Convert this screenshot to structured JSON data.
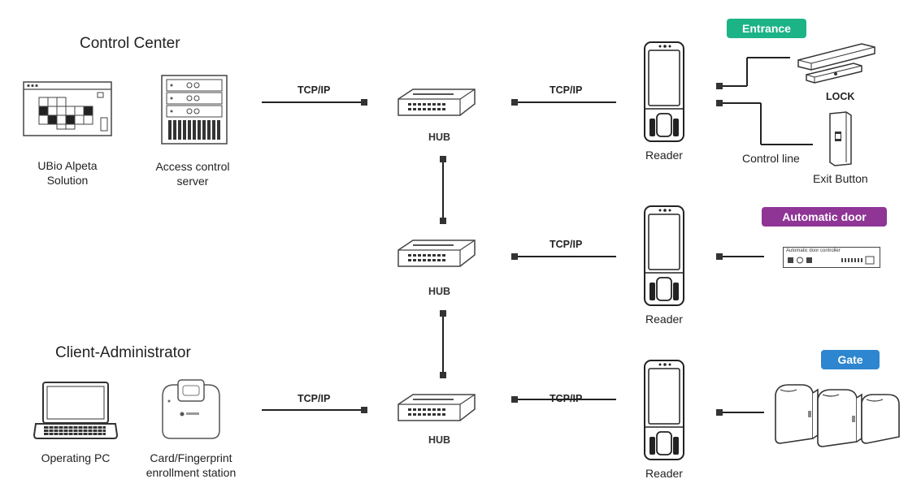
{
  "control_center": {
    "heading": "Control Center",
    "solution_label": "UBio Alpeta\nSolution",
    "server_label": "Access control\nserver"
  },
  "client_admin": {
    "heading": "Client-Administrator",
    "pc_label": "Operating PC",
    "enroll_label": "Card/Fingerprint\nenrollment station"
  },
  "links": {
    "tcpip_1": "TCP/IP",
    "tcpip_2": "TCP/IP",
    "tcpip_3": "TCP/IP",
    "tcpip_4": "TCP/IP",
    "tcpip_5": "TCP/IP"
  },
  "hubs": {
    "hub_1": "HUB",
    "hub_2": "HUB",
    "hub_3": "HUB"
  },
  "readers": {
    "reader_1": "Reader",
    "reader_2": "Reader",
    "reader_3": "Reader"
  },
  "entrance": {
    "badge": "Entrance",
    "badge_color": "#1cb386",
    "lock_label": "LOCK",
    "control_line_label": "Control line",
    "exit_button_label": "Exit Button"
  },
  "automatic_door": {
    "badge": "Automatic door",
    "badge_color": "#8e3596",
    "controller_text": "Automatic door controller"
  },
  "gate": {
    "badge": "Gate",
    "badge_color": "#2d86cf"
  }
}
